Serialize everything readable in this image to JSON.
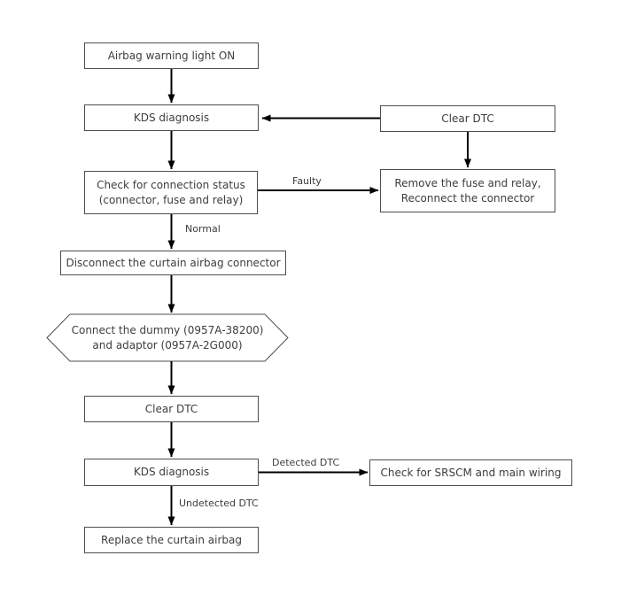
{
  "flowchart": {
    "nodes": {
      "airbag_warning": {
        "label": "Airbag warning light ON"
      },
      "kds_diagnosis_1": {
        "label": "KDS diagnosis"
      },
      "clear_dtc_right": {
        "label": "Clear DTC"
      },
      "check_connection": {
        "lines": [
          "Check for connection status",
          "(connector, fuse and relay)"
        ]
      },
      "remove_fuse": {
        "lines": [
          "Remove the fuse and relay,",
          "Reconnect the connector"
        ]
      },
      "disconnect_connector": {
        "label": "Disconnect the curtain airbag connector"
      },
      "connect_dummy": {
        "lines": [
          "Connect the dummy (0957A-38200)",
          "and adaptor (0957A-2G000)"
        ]
      },
      "clear_dtc_mid": {
        "label": "Clear DTC"
      },
      "kds_diagnosis_2": {
        "label": "KDS diagnosis"
      },
      "check_srscm": {
        "label": "Check for SRSCM and main wiring"
      },
      "replace_airbag": {
        "label": "Replace the curtain airbag"
      }
    },
    "edge_labels": {
      "faulty": "Faulty",
      "normal": "Normal",
      "detected": "Detected DTC",
      "undetected": "Undetected DTC"
    },
    "colors": {
      "background": "#ffffff",
      "box_border": "#4d4d4d",
      "arrow": "#000000",
      "text": "#3d3d3d"
    }
  }
}
